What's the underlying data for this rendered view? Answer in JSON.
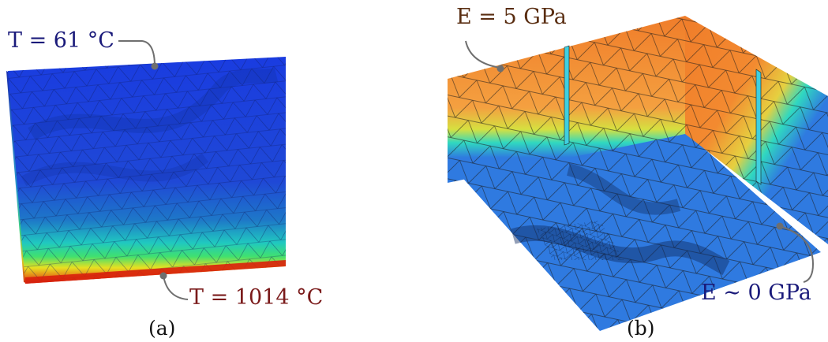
{
  "panel_a": {
    "top_label": "T = 61 °C",
    "bottom_label": "T = 1014 °C",
    "caption": "(a)",
    "colors": {
      "label_top": "#1a1a7a",
      "label_bottom": "#7a1a1a",
      "cold": "#1f3fcf",
      "hot": "#e33b10"
    }
  },
  "panel_b": {
    "top_label": "E = 5 GPa",
    "bottom_label": "E ∼ 0 GPa",
    "caption": "(b)",
    "colors": {
      "label_top": "#5a2e12",
      "label_bottom": "#1a1a7a",
      "stiff": "#f07d2a",
      "soft": "#2f7ae0"
    }
  },
  "leader_color": "#6f6f6f"
}
